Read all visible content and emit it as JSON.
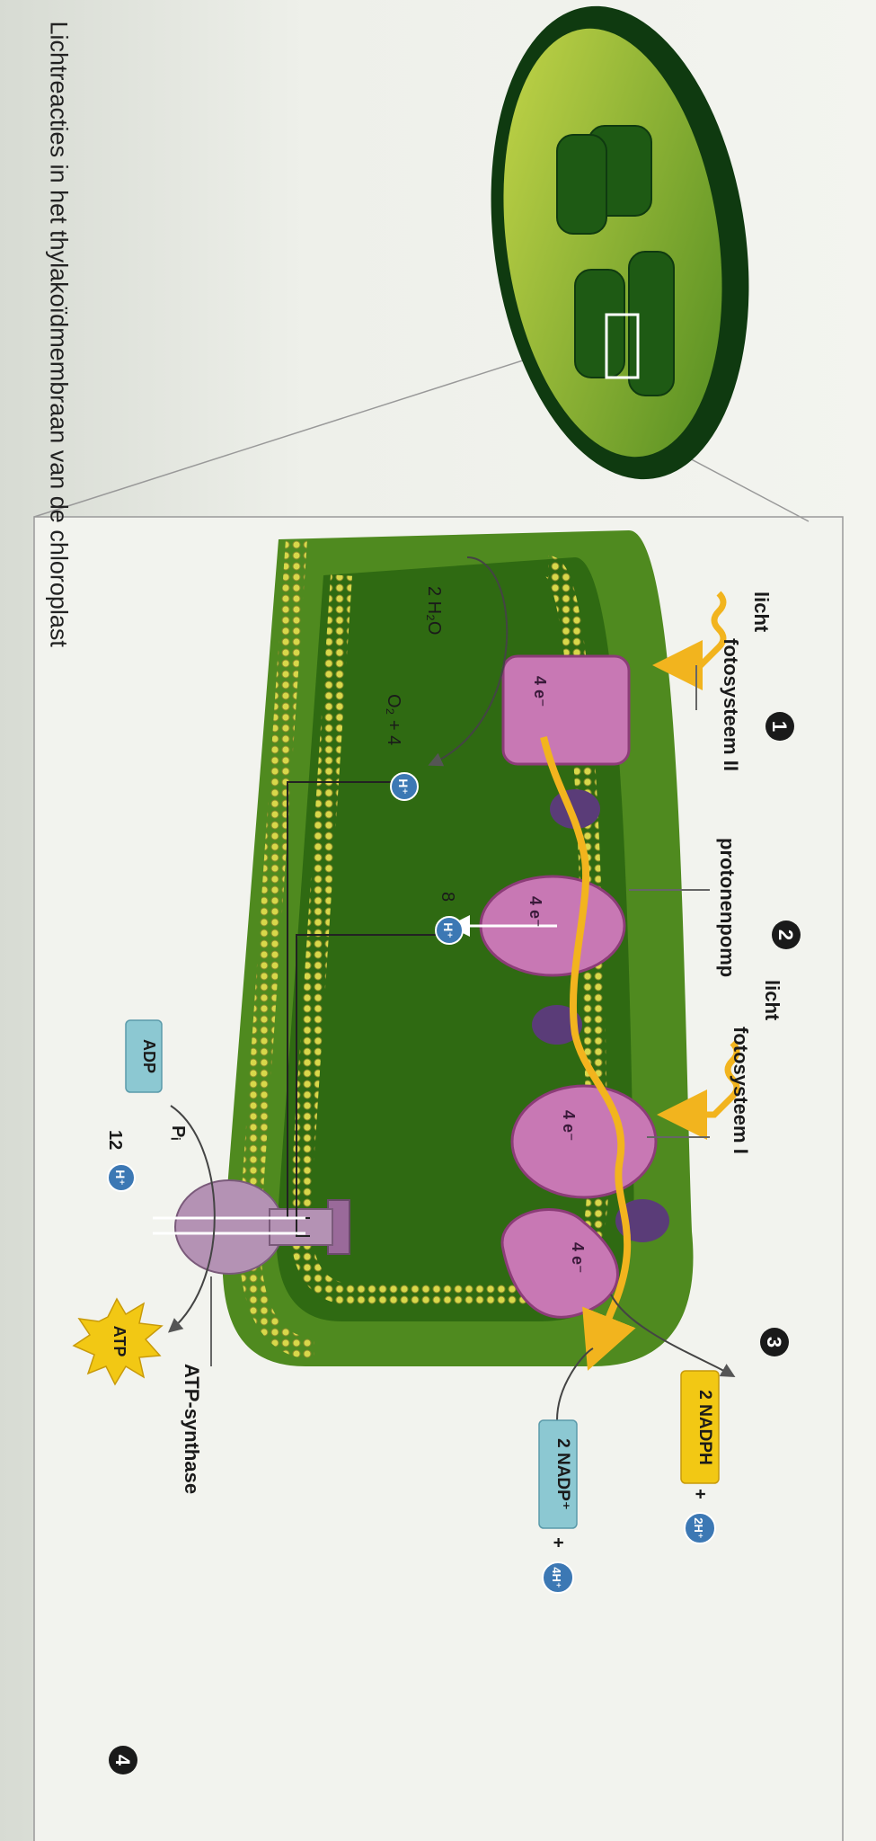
{
  "caption": "Lichtreacties in het thylakoïdmembraan van de chloroplast",
  "steps": [
    "1",
    "2",
    "3",
    "4"
  ],
  "labels": {
    "licht": "licht",
    "fotosysteem_2": "fotosysteem II",
    "protonenpomp": "protonenpomp",
    "fotosysteem_1": "fotosysteem I",
    "atp_synthase": "ATP-synthase"
  },
  "electrons": "4 e⁻",
  "water": {
    "reactant": "2 H₂O",
    "product_prefix": "O₂ + 4",
    "ion": "H⁺"
  },
  "pump": {
    "count": "8",
    "ion": "H⁺"
  },
  "synthase": {
    "adp": "ADP",
    "pi": "Pᵢ",
    "h_count": "12",
    "ion": "H⁺",
    "atp": "ATP"
  },
  "nadph": {
    "product": "2 NADPH",
    "plus": "+",
    "product_ion": "2H⁺",
    "reactant": "2 NADP⁺",
    "reactant_ion": "4H⁺"
  },
  "colors": {
    "stroma": "#4f8a1f",
    "lumen": "#2f6a12",
    "membrane": "#c8c83c",
    "protein": "#c878b4",
    "protein_dark": "#8c3c78",
    "electron_path": "#f2b41e",
    "ion_blue": "#3c78b4",
    "nadph_box": "#f2c814",
    "nadp_box": "#8cc8d2",
    "atp_star": "#f2c814"
  }
}
